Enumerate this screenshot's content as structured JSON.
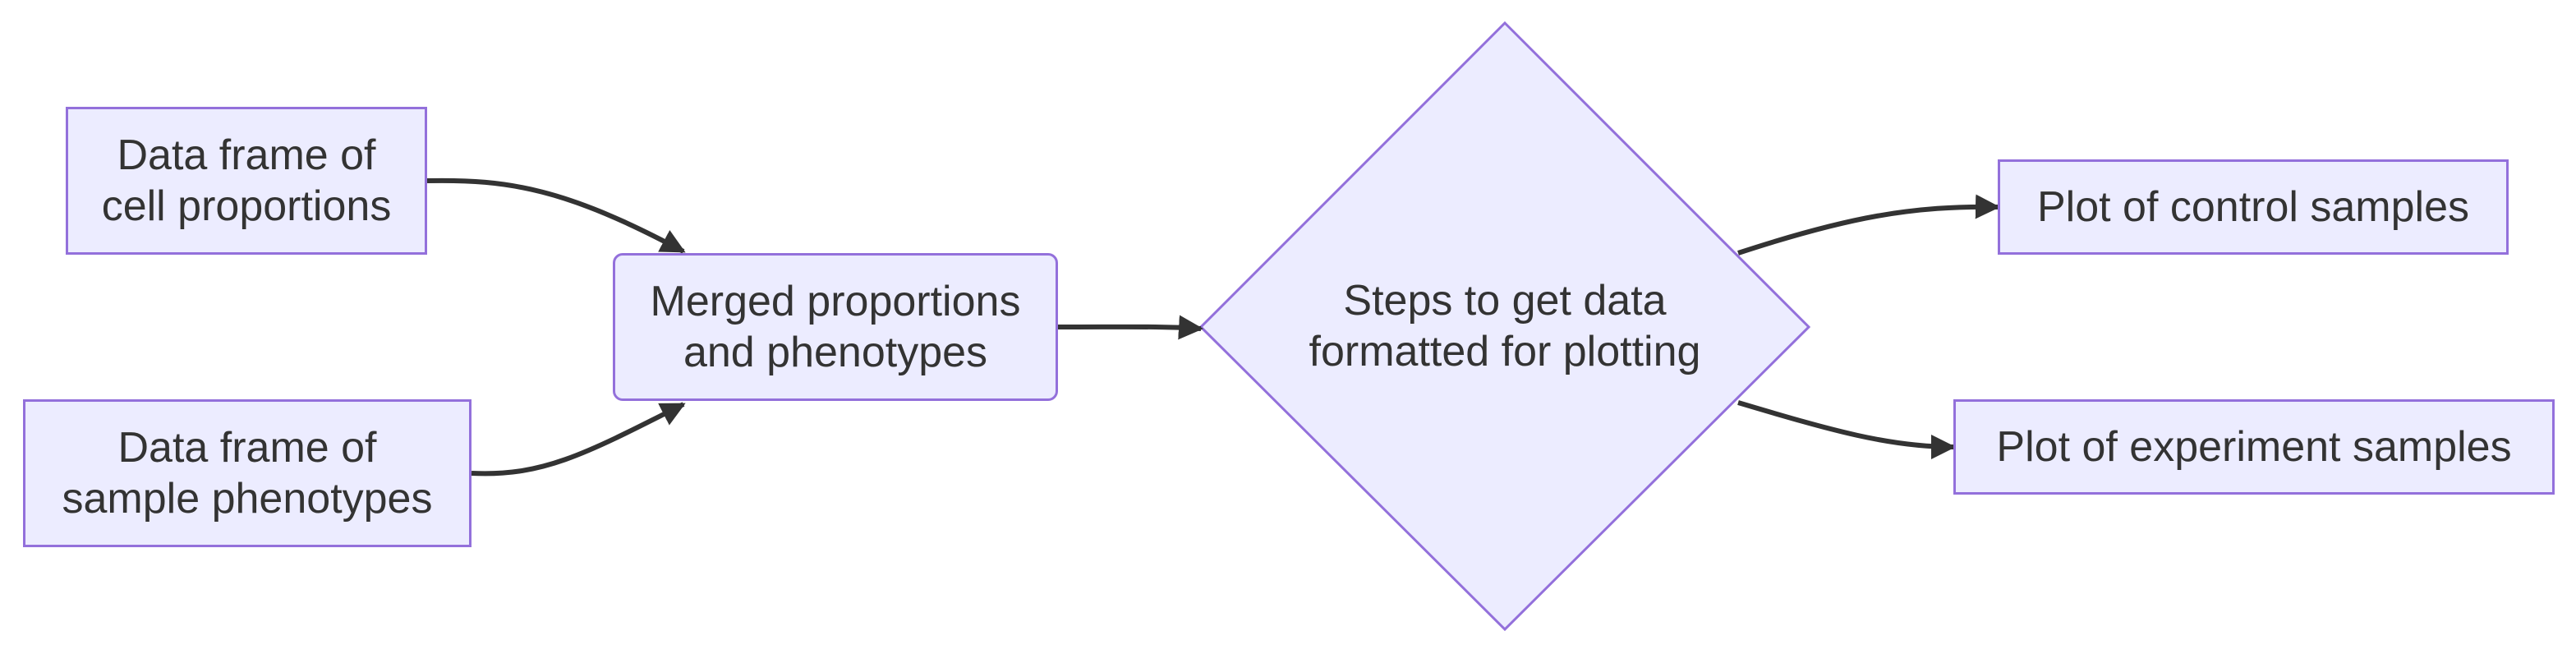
{
  "diagram": {
    "nodes": {
      "cell_proportions": {
        "label": "Data frame of\ncell proportions"
      },
      "sample_phenotypes": {
        "label": "Data frame of\nsample phenotypes"
      },
      "merged": {
        "label": "Merged proportions\nand phenotypes"
      },
      "steps": {
        "label": "Steps to get data\nformatted for plotting"
      },
      "plot_control": {
        "label": "Plot of control samples"
      },
      "plot_experiment": {
        "label": "Plot of experiment samples"
      }
    },
    "edges": [
      {
        "from": "cell_proportions",
        "to": "merged"
      },
      {
        "from": "sample_phenotypes",
        "to": "merged"
      },
      {
        "from": "merged",
        "to": "steps"
      },
      {
        "from": "steps",
        "to": "plot_control"
      },
      {
        "from": "steps",
        "to": "plot_experiment"
      }
    ]
  },
  "colors": {
    "node_fill": "#ececff",
    "node_stroke": "#9370db",
    "edge": "#333333",
    "text": "#333333"
  }
}
